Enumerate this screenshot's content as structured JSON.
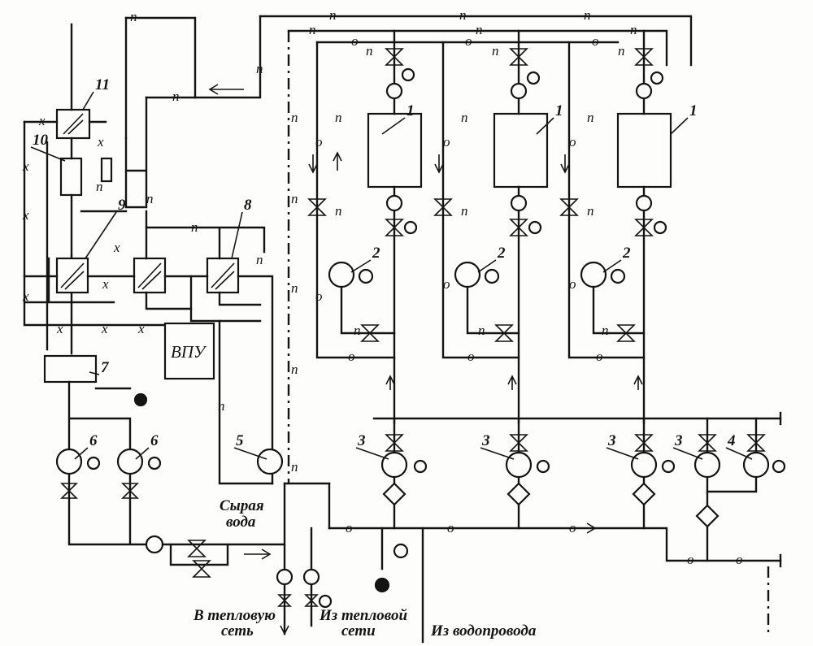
{
  "line_codes": {
    "steam": "п",
    "condensate": "о",
    "crossing": "х"
  },
  "callouts": [
    "1",
    "1",
    "1",
    "2",
    "2",
    "2",
    "3",
    "3",
    "3",
    "3",
    "4",
    "5",
    "6",
    "6",
    "7",
    "8",
    "9",
    "10",
    "11"
  ],
  "equipment": {
    "vpu_label": "ВПУ"
  },
  "captions": {
    "raw_water": [
      "Сырая",
      "вода"
    ],
    "to_heat_network": [
      "В тепловую",
      "сеть"
    ],
    "from_heat_network": [
      "Из тепловой",
      "сети"
    ],
    "from_water_supply": "Из водопровода"
  }
}
